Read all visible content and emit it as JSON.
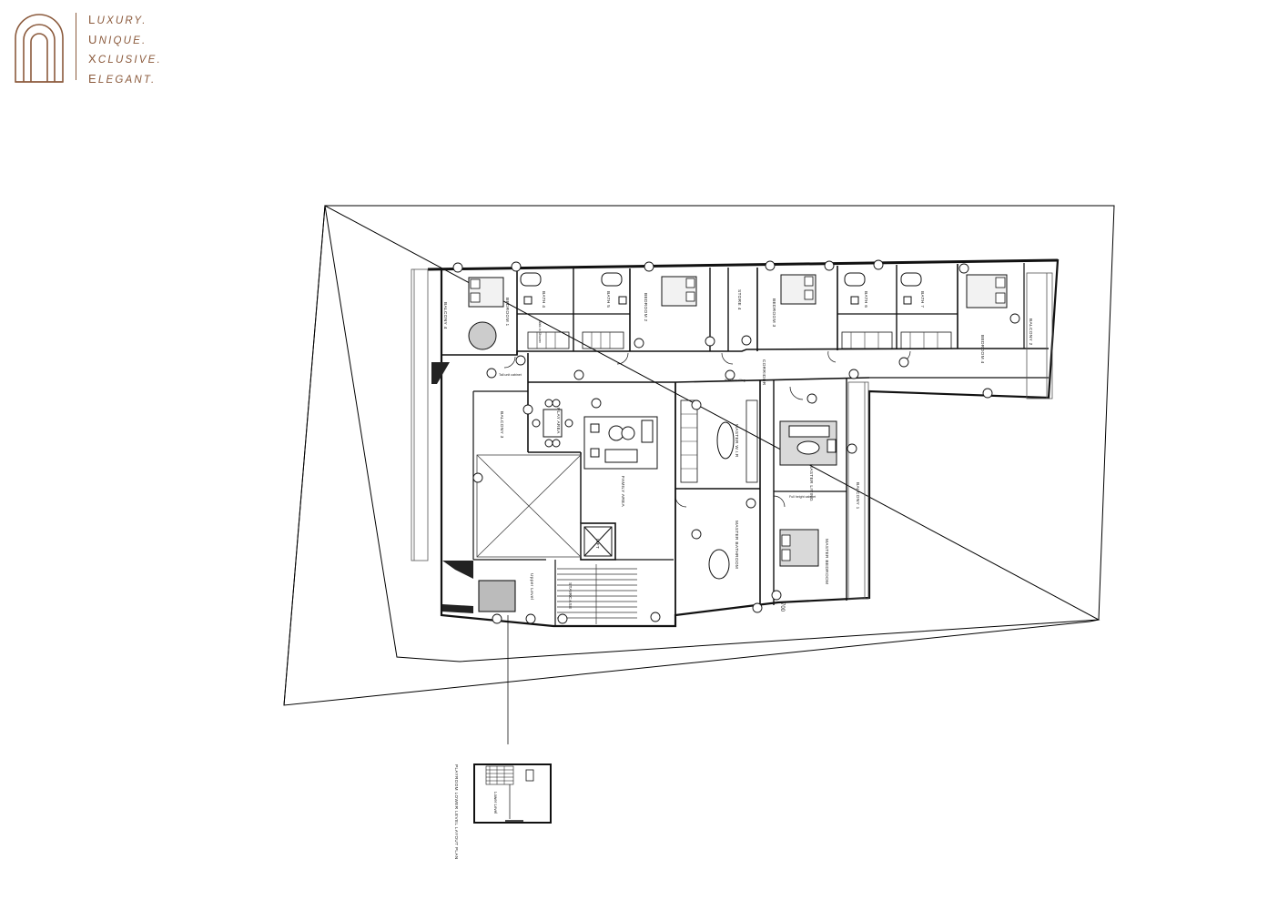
{
  "brand": {
    "tagline": [
      {
        "initial": "L",
        "rest": "UXURY."
      },
      {
        "initial": "U",
        "rest": "NIQUE."
      },
      {
        "initial": "X",
        "rest": "CLUSIVE."
      },
      {
        "initial": "E",
        "rest": "LEGANT."
      }
    ],
    "color": "#8b5a3c"
  },
  "rooms": {
    "balcony_4": "BALCONY 4",
    "bedroom_1": "BEDROOM 1",
    "bath_4": "BATH 4",
    "bath_5": "BATH 5",
    "bedroom_2": "BEDROOM 2",
    "store_4": "STORE 4",
    "bedroom_3": "BEDROOM 3",
    "bath_6": "BATH 6",
    "bath_7": "BATH 7",
    "bedroom_4": "BEDROOM 4",
    "balcony_2": "BALCONY 2",
    "corridor": "CORRIDOR",
    "play_area": "PLAY AREA",
    "balcony_3": "BALCONY 3",
    "family_area": "FAMILY AREA",
    "master_wir": "MASTER W.I.R",
    "master_living": "MASTER LIVING",
    "balcony_1": "BALCONY 1",
    "master_bathroom": "MASTER BATHROOM",
    "master_bedroom": "MASTER BEDROOM",
    "lift": "LIFT",
    "staircase": "STAIRCASE",
    "upper_level": "Upper Level",
    "lower_level": "Lower Level"
  },
  "notes": {
    "wall_panelling": "Wall Panelling",
    "tall_unit_cabinet": "Tall unit cabinet",
    "full_height_cabinet": "Full height cabinet",
    "walk_in_shower": "Walk in Shower",
    "dim_700": "700"
  },
  "inset_caption": "PLAYROOM LOWER LEVEL LAYOUT PLAN"
}
